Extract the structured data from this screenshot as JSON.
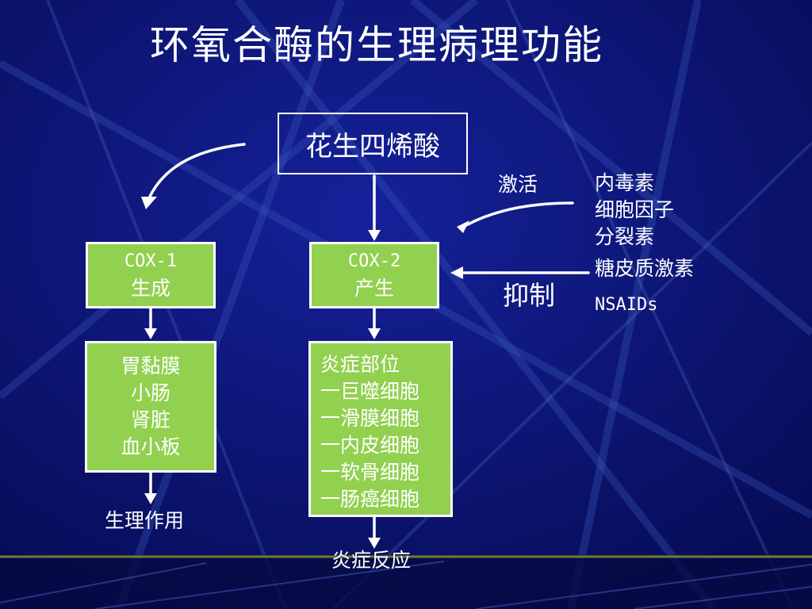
{
  "title": "环氧合酶的生理病理功能",
  "diagram": {
    "source": "花生四烯酸",
    "cox1": {
      "name": "COX-1",
      "action": "生成"
    },
    "cox2": {
      "name": "COX-2",
      "action": "产生"
    },
    "cox1_targets": [
      "胃黏膜",
      "小肠",
      "肾脏",
      "血小板"
    ],
    "cox2_targets": [
      "炎症部位",
      "一巨噬细胞",
      "一滑膜细胞",
      "一内皮细胞",
      "一软骨细胞",
      "一肠癌细胞"
    ],
    "cox1_outcome": "生理作用",
    "cox2_outcome": "炎症反应",
    "activate_label": "激活",
    "activators": [
      "内毒素",
      "细胞因子",
      "分裂素"
    ],
    "inhibit_label": "抑制",
    "inhibitors": [
      "糖皮质激素",
      "NSAIDs"
    ]
  },
  "colors": {
    "background": "#0a1270",
    "box_fill": "#92d050",
    "text": "#ffffff"
  }
}
